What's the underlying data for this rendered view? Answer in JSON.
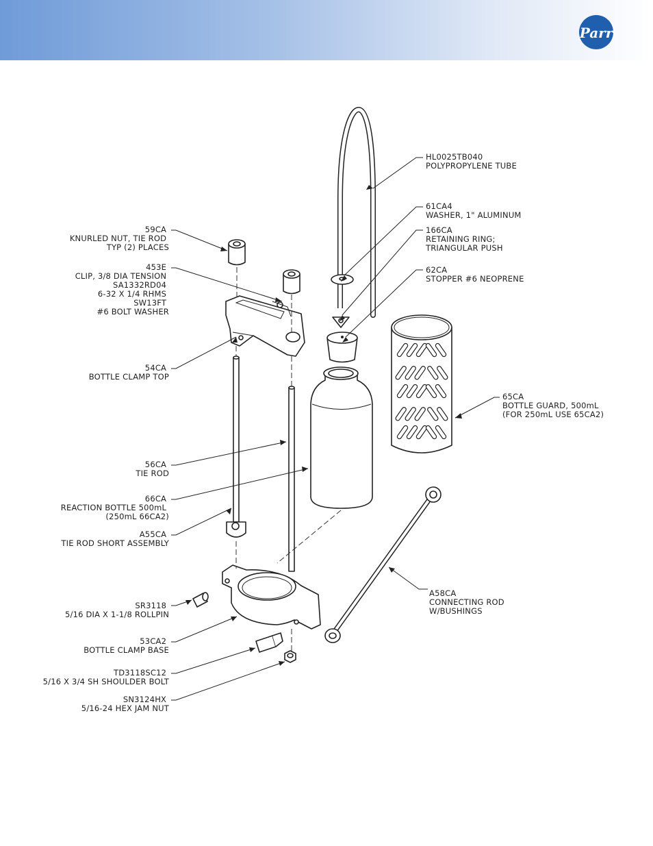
{
  "brand": {
    "logo_text": "Parr",
    "colors": {
      "band_start": "#6f9bd8",
      "band_end": "#ffffff",
      "logo_blue": "#1f5fae"
    }
  },
  "parts": [
    {
      "part_no": "HL0025TB040",
      "lines": [
        "POLYPROPYLENE TUBE"
      ]
    },
    {
      "part_no": "61CA4",
      "lines": [
        "WASHER, 1\" ALUMINUM"
      ]
    },
    {
      "part_no": "166CA",
      "lines": [
        "RETAINING RING;",
        "TRIANGULAR PUSH"
      ]
    },
    {
      "part_no": "62CA",
      "lines": [
        "STOPPER #6 NEOPRENE"
      ]
    },
    {
      "part_no": "65CA",
      "lines": [
        "BOTTLE GUARD, 500mL",
        "(FOR 250mL USE 65CA2)"
      ]
    },
    {
      "part_no": "A58CA",
      "lines": [
        "CONNECTING ROD",
        "W/BUSHINGS"
      ]
    },
    {
      "part_no": "59CA",
      "lines": [
        "KNURLED NUT, TIE ROD",
        "TYP (2) PLACES"
      ]
    },
    {
      "part_no": "453E",
      "lines": [
        "CLIP, 3/8 DIA TENSION",
        "SA1332RD04",
        "6-32 X 1/4 RHMS",
        "SW13FT",
        "#6 BOLT WASHER"
      ]
    },
    {
      "part_no": "54CA",
      "lines": [
        "BOTTLE CLAMP TOP"
      ]
    },
    {
      "part_no": "56CA",
      "lines": [
        "TIE ROD"
      ]
    },
    {
      "part_no": "66CA",
      "lines": [
        "REACTION BOTTLE 500mL",
        "(250mL 66CA2)"
      ]
    },
    {
      "part_no": "A55CA",
      "lines": [
        "TIE ROD SHORT ASSEMBLY"
      ]
    },
    {
      "part_no": "SR3118",
      "lines": [
        "5/16 DIA X 1-1/8 ROLLPIN"
      ]
    },
    {
      "part_no": "53CA2",
      "lines": [
        "BOTTLE CLAMP BASE"
      ]
    },
    {
      "part_no": "TD3118SC12",
      "lines": [
        "5/16 X 3/4 SH SHOULDER BOLT"
      ]
    },
    {
      "part_no": "SN3124HX",
      "lines": [
        "5/16-24 HEX JAM NUT"
      ]
    }
  ]
}
